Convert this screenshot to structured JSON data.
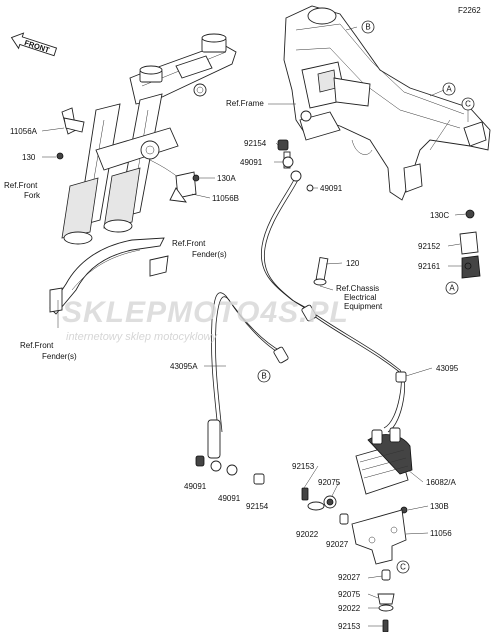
{
  "code": "F2262",
  "front_label": "FRONT",
  "watermark": {
    "brand": "SKLEPMOTO4S.PL",
    "subtitle": "internetowy sklep motocyklowy"
  },
  "refs": {
    "frame": "Ref.Frame",
    "front_fork": [
      "Ref.Front",
      "Fork"
    ],
    "front_fender_1": [
      "Ref.Front",
      "Fender(s)"
    ],
    "front_fender_2": [
      "Ref.Front",
      "Fender(s)"
    ],
    "chassis": [
      "Ref.Chassis",
      "Electrical",
      "Equipment"
    ]
  },
  "callouts": {
    "a1": "A",
    "a2": "A",
    "b1": "B",
    "b2": "B",
    "c1": "C",
    "c2": "C"
  },
  "parts": {
    "p11056a": "11056A",
    "p130_left": "130",
    "p130a": "130A",
    "p11056b": "11056B",
    "p92154_top": "92154",
    "p49091_top1": "49091",
    "p49091_top2": "49091",
    "p130c": "130C",
    "p92152": "92152",
    "p92161": "92161",
    "p120": "120",
    "p43095a": "43095A",
    "p43095": "43095",
    "p92153_mid": "92153",
    "p92075_mid": "92075",
    "p16082a": "16082/A",
    "p130b": "130B",
    "p11056": "11056",
    "p49091_bot1": "49091",
    "p49091_bot2": "49091",
    "p92154_bot": "92154",
    "p92022_mid": "92022",
    "p92027_mid": "92027",
    "p92027_bot": "92027",
    "p92075_bot": "92075",
    "p92022_bot": "92022",
    "p92153_bot": "92153"
  }
}
